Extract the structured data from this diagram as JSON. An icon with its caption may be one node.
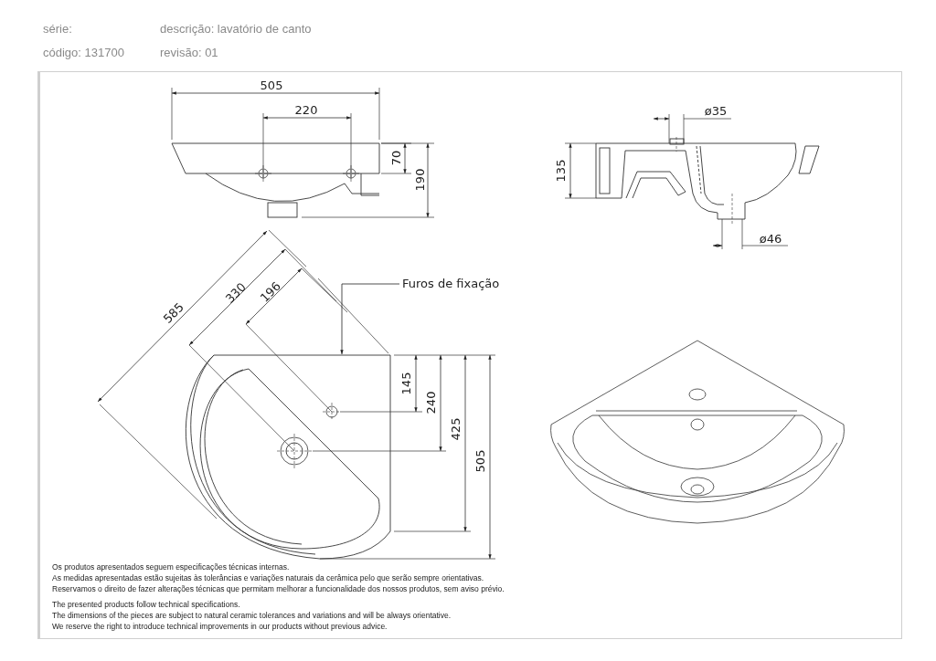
{
  "diagram": {
    "nodes": [
      {
        "text": [
          "Furos de fixação"
        ]
      },
      {
        "text": [],
        "shape": "picture"
      }
    ],
    "edges": [
      {
        "from": 0,
        "to": 1,
        "arrow": "to"
      }
    ],
    "labels": [
      "série:",
      "descrição: lavatório de canto",
      "código: 131700",
      "revisão: 01",
      "505",
      "220",
      "70",
      "190",
      "ø35",
      "135",
      "ø46",
      "585",
      "330",
      "196",
      "145",
      "240",
      "425",
      "505",
      "Os produtos apresentados seguem especificações técnicas internas.",
      "As medidas apresentadas estão sujeitas às tolerâncias e variações naturais da cerâmica pelo que serão sempre orientativas.",
      "Reservamos o direito de fazer alterações técnicas que permitam melhorar a funcionalidade dos nossos produtos, sem aviso prévio.",
      "The presented products follow technical specifications.",
      "The dimensions of the pieces are subject to natural ceramic tolerances and variations and will be always orientative.",
      "We reserve the right to introduce technical improvements in our products without previous advice."
    ]
  }
}
